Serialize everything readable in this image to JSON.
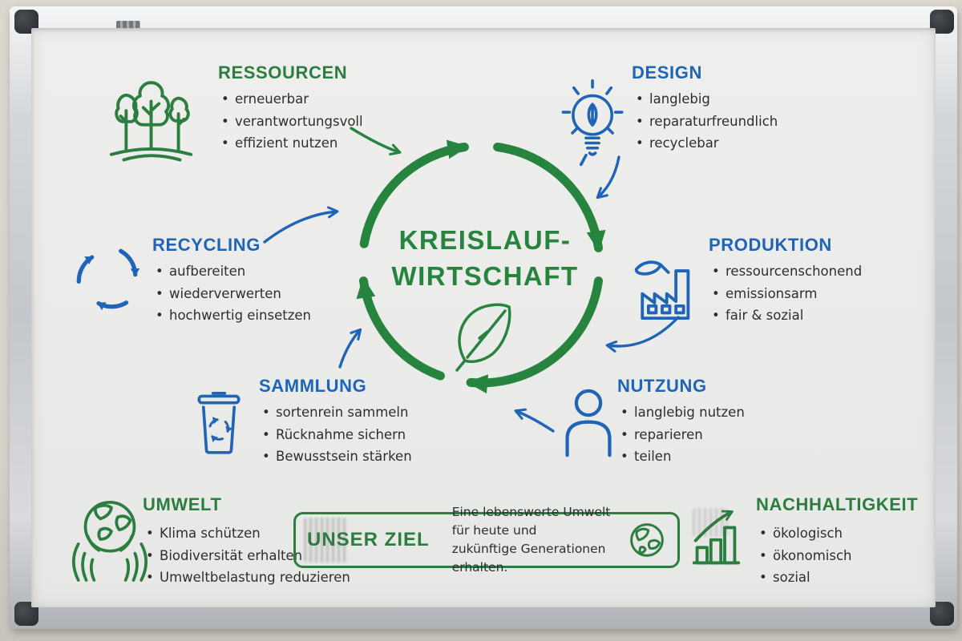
{
  "colors": {
    "green": "#2b7e3f",
    "blue": "#1f64b6",
    "ink": "#2e2e2e"
  },
  "title": {
    "line1": "KREISLAUF-",
    "line2": "WIRTSCHAFT"
  },
  "sections": [
    {
      "id": "ressourcen",
      "label": "RESSOURCEN",
      "accent": "green",
      "icon": "trees-icon",
      "items": [
        "erneuerbar",
        "verantwortungsvoll",
        "effizient nutzen"
      ]
    },
    {
      "id": "design",
      "label": "DESIGN",
      "accent": "blue",
      "icon": "lightbulb-leaf-icon",
      "items": [
        "langlebig",
        "reparaturfreundlich",
        "recyclebar"
      ]
    },
    {
      "id": "recycling",
      "label": "RECYCLING",
      "accent": "blue",
      "icon": "recycling-arrows-icon",
      "items": [
        "aufbereiten",
        "wiederverwerten",
        "hochwertig einsetzen"
      ]
    },
    {
      "id": "produktion",
      "label": "PRODUKTION",
      "accent": "blue",
      "icon": "factory-leaf-icon",
      "items": [
        "ressourcenschonend",
        "emissionsarm",
        "fair & sozial"
      ]
    },
    {
      "id": "sammlung",
      "label": "SAMMLUNG",
      "accent": "blue",
      "icon": "trash-recycle-icon",
      "items": [
        "sortenrein sammeln",
        "Rücknahme sichern",
        "Bewusstsein stärken"
      ]
    },
    {
      "id": "nutzung",
      "label": "NUTZUNG",
      "accent": "blue",
      "icon": "person-icon",
      "items": [
        "langlebig nutzen",
        "reparieren",
        "teilen"
      ]
    },
    {
      "id": "umwelt",
      "label": "UMWELT",
      "accent": "green",
      "icon": "hands-globe-icon",
      "items": [
        "Klima schützen",
        "Biodiversität erhalten",
        "Umweltbelastung reduzieren"
      ]
    },
    {
      "id": "nachhaltigkeit",
      "label": "NACHHALTIGKEIT",
      "accent": "green",
      "icon": "growth-chart-icon",
      "items": [
        "ökologisch",
        "ökonomisch",
        "sozial"
      ]
    }
  ],
  "goal": {
    "label": "UNSER ZIEL",
    "line1": "Eine lebenswerte Umwelt für heute und",
    "line2": "zukünftige Generationen erhalten.",
    "icon": "globe-icon"
  }
}
